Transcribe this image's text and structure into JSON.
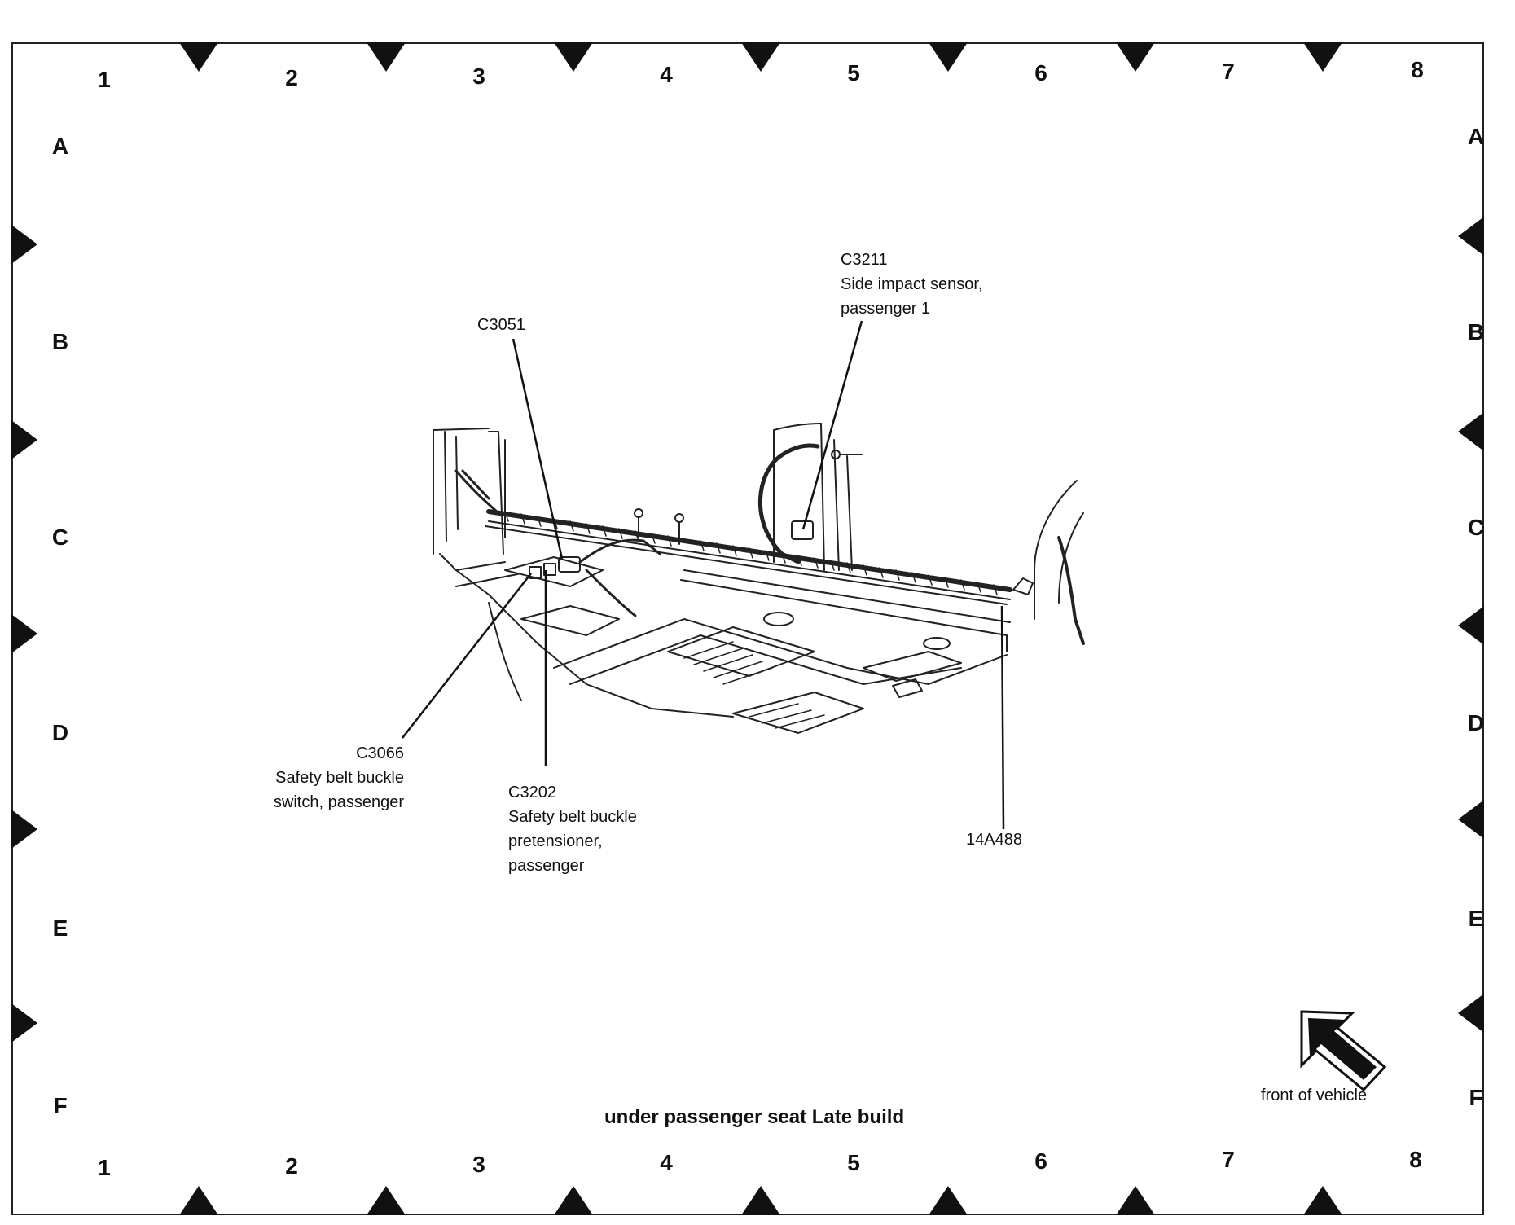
{
  "zones": {
    "columns": [
      "1",
      "2",
      "3",
      "4",
      "5",
      "6",
      "7",
      "8"
    ],
    "rows": [
      "A",
      "B",
      "C",
      "D",
      "E",
      "F"
    ]
  },
  "callouts": {
    "c3051": {
      "code": "C3051"
    },
    "c3211": {
      "code": "C3211",
      "desc_lines": [
        "Side impact sensor,",
        "passenger 1"
      ]
    },
    "c3066": {
      "code": "C3066",
      "desc_lines": [
        "Safety belt buckle",
        "switch, passenger"
      ]
    },
    "c3202": {
      "code": "C3202",
      "desc_lines": [
        "Safety belt buckle",
        "pretensioner,",
        "passenger"
      ]
    },
    "h14a488": {
      "code": "14A488"
    }
  },
  "caption": "under passenger seat Late build",
  "orientation": {
    "label": "front of vehicle",
    "icon": "direction-arrow-icon"
  }
}
